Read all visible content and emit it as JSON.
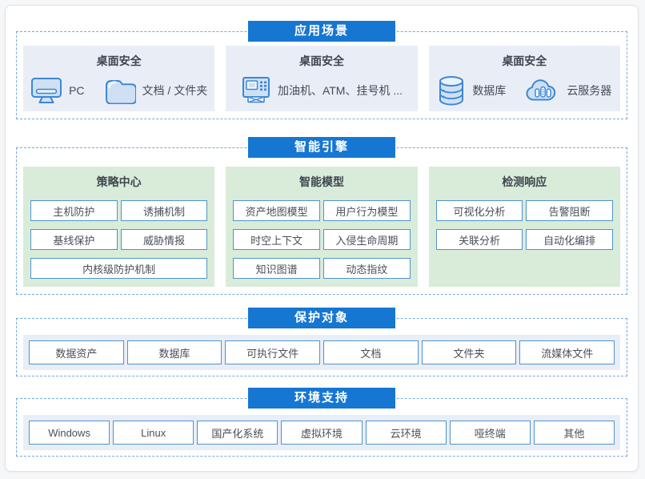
{
  "colors": {
    "banner_bg": "#1677d2",
    "dashed_border": "#74a9e0",
    "scenario_bg": "#e9eef6",
    "engine_bg": "#d9ecd9",
    "pill_border": "#4f94cd",
    "icon_blue": "#3e87d3"
  },
  "app_scenarios": {
    "banner": "应用场景",
    "cards": [
      {
        "title": "桌面安全",
        "items": [
          {
            "icon": "pc-icon",
            "label": "PC"
          },
          {
            "icon": "folder-icon",
            "label": "文档 / 文件夹"
          }
        ]
      },
      {
        "title": "桌面安全",
        "items": [
          {
            "icon": "atm-icon",
            "label": "加油机、ATM、挂号机 ..."
          }
        ]
      },
      {
        "title": "桌面安全",
        "items": [
          {
            "icon": "database-icon",
            "label": "数据库"
          },
          {
            "icon": "cloud-server-icon",
            "label": "云服务器"
          }
        ]
      }
    ]
  },
  "smart_engine": {
    "banner": "智能引擎",
    "cards": [
      {
        "title": "策略中心",
        "buttons": [
          "主机防护",
          "诱捕机制",
          "基线保护",
          "威胁情报",
          "内核级防护机制"
        ]
      },
      {
        "title": "智能模型",
        "buttons": [
          "资产地图模型",
          "用户行为模型",
          "时空上下文",
          "入侵生命周期",
          "知识图谱",
          "动态指纹"
        ]
      },
      {
        "title": "检测响应",
        "buttons": [
          "可视化分析",
          "告警阻断",
          "关联分析",
          "自动化编排"
        ]
      }
    ]
  },
  "protection_targets": {
    "banner": "保护对象",
    "buttons": [
      "数据资产",
      "数据库",
      "可执行文件",
      "文档",
      "文件夹",
      "流媒体文件"
    ]
  },
  "environment_support": {
    "banner": "环境支持",
    "buttons": [
      "Windows",
      "Linux",
      "国产化系统",
      "虚拟环境",
      "云环境",
      "哑终端",
      "其他"
    ]
  }
}
